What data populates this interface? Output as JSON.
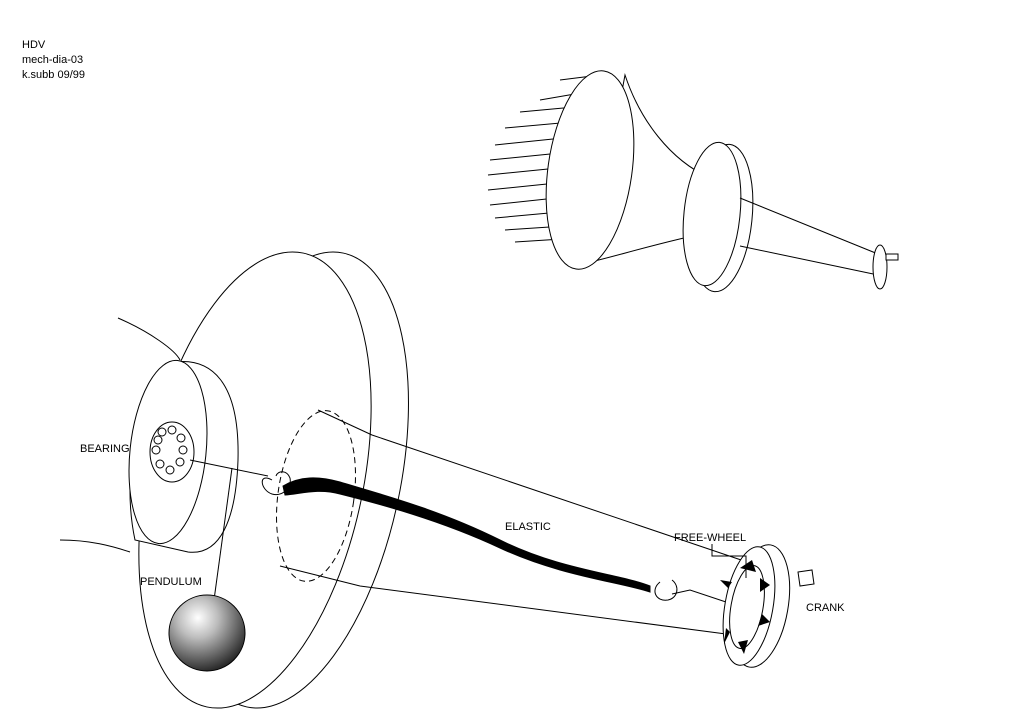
{
  "header": {
    "line1": "HDV",
    "line2": "mech-dia-03",
    "line3": "k.subb 09/99"
  },
  "labels": {
    "bearing": "BEARING",
    "pendulum": "PENDULUM",
    "elastic": "ELASTIC",
    "free_wheel": "FREE-WHEEL",
    "crank": "CRANK"
  },
  "colors": {
    "line": "#000000",
    "background": "#ffffff",
    "ball_highlight": "#ffffff",
    "ball_shadow": "#2a2a2a"
  }
}
